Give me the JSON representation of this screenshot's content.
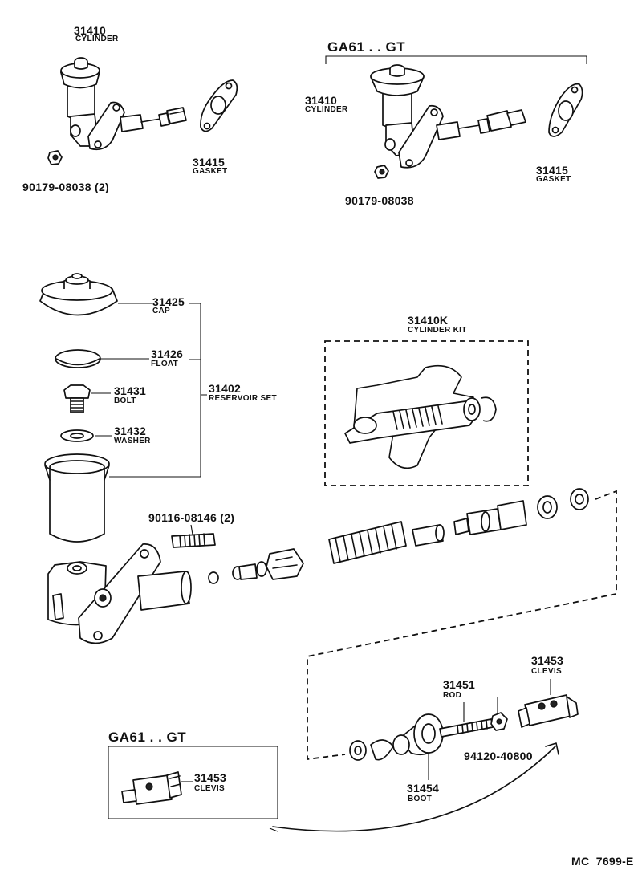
{
  "top_left": {
    "cylinder_num": "31410",
    "cylinder_name": "CYLINDER",
    "gasket_num": "31415",
    "gasket_name": "GASKET",
    "nut_code": "90179-08038 (2)"
  },
  "top_right": {
    "header": "GA61 . . GT",
    "cylinder_num": "31410",
    "cylinder_name": "CYLINDER",
    "gasket_num": "31415",
    "gasket_name": "GASKET",
    "nut_code": "90179-08038"
  },
  "reservoir": {
    "cap_num": "31425",
    "cap_name": "CAP",
    "float_num": "31426",
    "float_name": "FLOAT",
    "bolt_num": "31431",
    "bolt_name": "BOLT",
    "washer_num": "31432",
    "washer_name": "WASHER",
    "set_num": "31402",
    "set_name": "RESERVOIR SET"
  },
  "kit": {
    "num": "31410K",
    "name": "CYLINDER KIT"
  },
  "stud": {
    "code": "90116-08146 (2)"
  },
  "rod_assembly": {
    "clevis_num": "31453",
    "clevis_name": "CLEVIS",
    "rod_num": "31451",
    "rod_name": "ROD",
    "nut_code": "94120-40800",
    "boot_num": "31454",
    "boot_name": "BOOT"
  },
  "inset": {
    "header": "GA61 . . GT",
    "clevis_num": "31453",
    "clevis_name": "CLEVIS"
  },
  "footer": {
    "ref": "MC  7699-E"
  }
}
